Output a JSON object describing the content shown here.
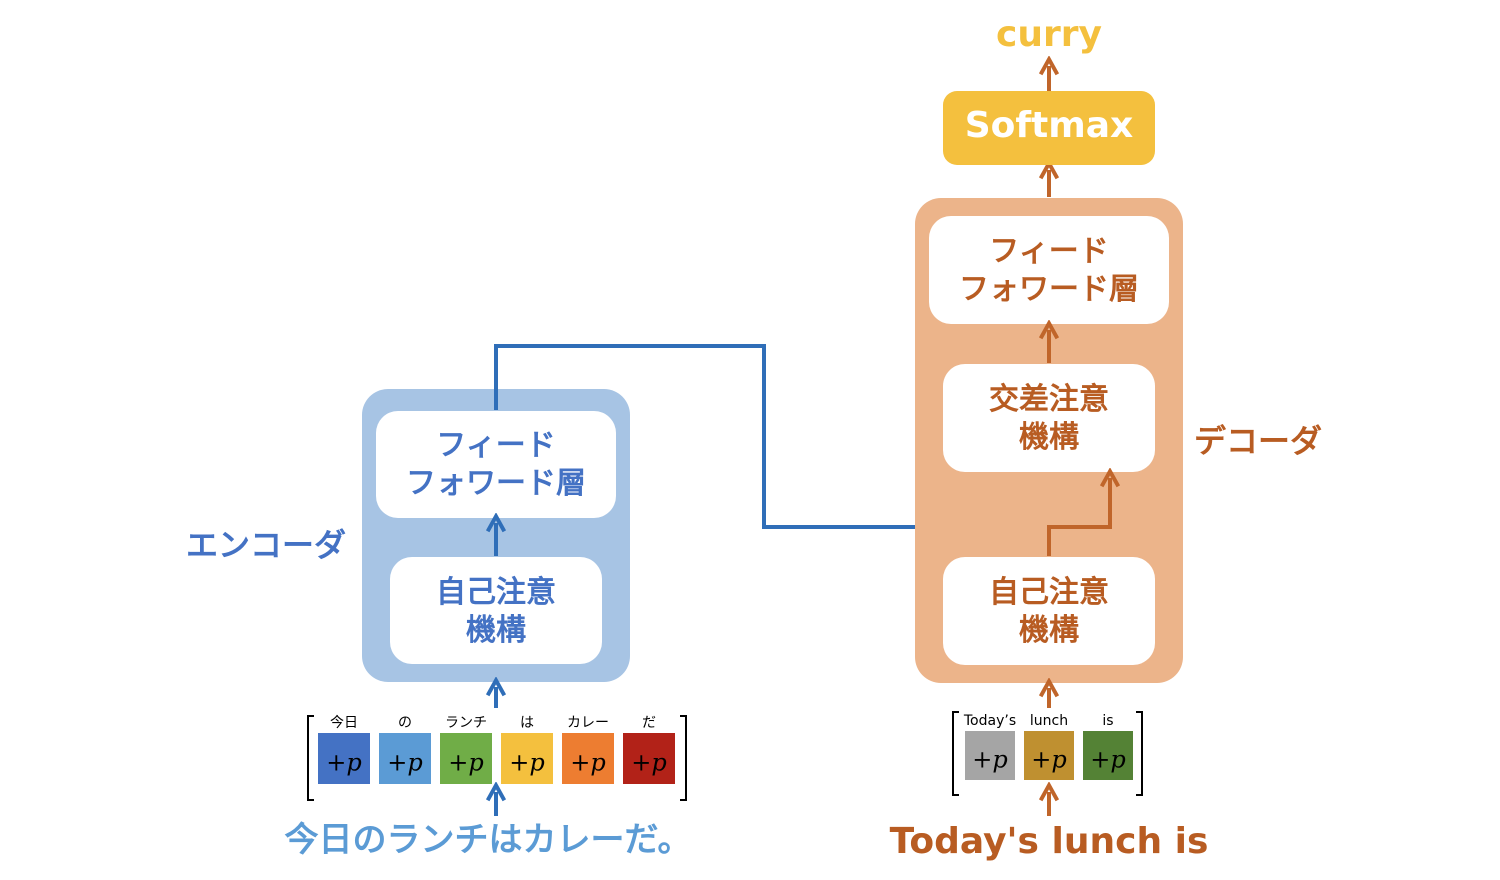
{
  "colors": {
    "encoder_outer": "#a7c4e4",
    "encoder_text": "#4472c4",
    "encoder_arrow": "#2f6eb8",
    "input_text": "#5b9bd5",
    "decoder_outer": "#ecb48a",
    "decoder_text": "#b85c22",
    "decoder_arrow": "#c0652a",
    "softmax_fill": "#f4c03e",
    "output_text": "#f4c03e",
    "inner_box": "#ffffff"
  },
  "encoder": {
    "label": "エンコーダ",
    "ffn_line1": "フィード",
    "ffn_line2": "フォワード層",
    "attn_line1": "自己注意",
    "attn_line2": "機構"
  },
  "decoder": {
    "label": "デコーダ",
    "ffn_line1": "フィード",
    "ffn_line2": "フォワード層",
    "cross_line1": "交差注意",
    "cross_line2": "機構",
    "self_line1": "自己注意",
    "self_line2": "機構"
  },
  "softmax": {
    "label": "Softmax"
  },
  "output": {
    "word": "curry"
  },
  "input_sentence": "今日のランチはカレーだ。",
  "output_sentence": "Today's lunch is",
  "positional_label": "+p",
  "encoder_tokens": [
    {
      "label": "今日",
      "color": "#4472c4"
    },
    {
      "label": "の",
      "color": "#5b9bd5"
    },
    {
      "label": "ランチ",
      "color": "#70ad47"
    },
    {
      "label": "は",
      "color": "#f4c03e"
    },
    {
      "label": "カレー",
      "color": "#ed7d31"
    },
    {
      "label": "だ",
      "color": "#b22218"
    }
  ],
  "decoder_tokens": [
    {
      "label": "Today’s",
      "color": "#a5a5a5"
    },
    {
      "label": "lunch",
      "color": "#bf9030"
    },
    {
      "label": "is",
      "color": "#548235"
    }
  ]
}
